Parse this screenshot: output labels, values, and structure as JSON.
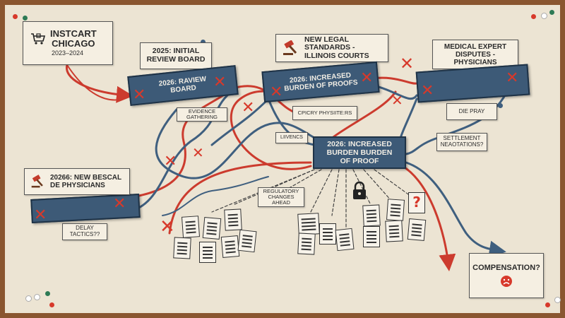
{
  "title_card": {
    "line1": "INSTCART",
    "line2": "CHICAGO",
    "years": "2023–2024"
  },
  "notes": {
    "initial_review": "2025: INITIAL REVIEW BOARD",
    "legal_standards": "NEW LEGAL STANDARDS - ILLINOIS COURTS",
    "medical_expert": "MEDICAL EXPERT DISPUTES - PHYSICIANS",
    "evidence": "EVIDENCE GATHERING",
    "cpicry": "CPICRY PHYSIITE:RS",
    "die_pray": "DIE PRAY",
    "liivencs": "LIIVENCS",
    "settlement": "SETTLEMENT NEAOTATIONS?",
    "regulatory": "REGULATORY CHANGES AHEAD",
    "new_physicians": "20266: NEW BESCAL DE PHYSICIANS",
    "delay": "DELAY TACTICS??",
    "compensation": "COMPENSATION?"
  },
  "bars": {
    "review_board": "2026: RAVIEW BOARD",
    "burden_top": "2026: INCREASED BURDEN OF PROOFS",
    "burden_main": "2026: INCREASED BURDEN BURDEN OF PROOF"
  },
  "marks": {
    "cross": "✕",
    "question": "?"
  },
  "colors": {
    "red_path": "#cc3b2e",
    "blue_path": "#3f5f7f",
    "bar": "#3d5a77",
    "board": "#ece4d3",
    "frame": "#8a5630"
  },
  "icons": [
    "cart-icon",
    "gavel-icon",
    "lock-icon",
    "document-icon",
    "sad-face-icon",
    "question-icon"
  ]
}
